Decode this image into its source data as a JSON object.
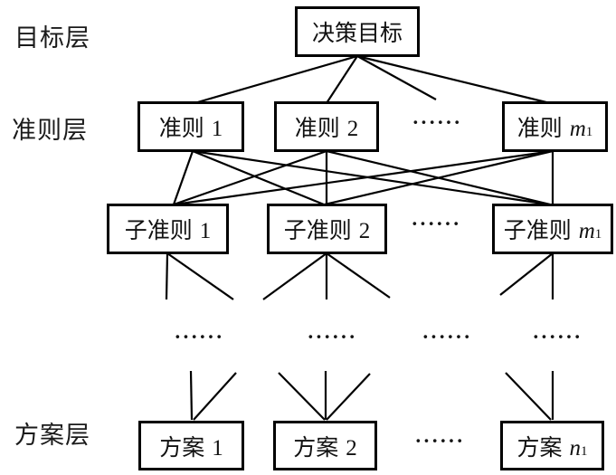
{
  "diagram": {
    "background": "#ffffff",
    "line_color": "#000000",
    "box_border_color": "#000000",
    "ellipsis": "······",
    "layers": {
      "goal_label": "目标层",
      "criteria_label": "准则层",
      "alternatives_label": "方案层"
    },
    "nodes": {
      "goal": {
        "text": "决策目标"
      },
      "criteria": [
        {
          "text": "准则",
          "num": "1",
          "var": "",
          "sub": ""
        },
        {
          "text": "准则",
          "num": "2",
          "var": "",
          "sub": ""
        },
        {
          "text": "准则",
          "num": "",
          "var": "m",
          "sub": "1"
        }
      ],
      "subcriteria": [
        {
          "text": "子准则",
          "num": "1",
          "var": "",
          "sub": ""
        },
        {
          "text": "子准则",
          "num": "2",
          "var": "",
          "sub": ""
        },
        {
          "text": "子准则",
          "num": "",
          "var": "m",
          "sub": "1"
        }
      ],
      "alternatives": [
        {
          "text": "方案",
          "num": "1",
          "var": "",
          "sub": ""
        },
        {
          "text": "方案",
          "num": "2",
          "var": "",
          "sub": ""
        },
        {
          "text": "方案",
          "num": "",
          "var": "n",
          "sub": "1"
        }
      ]
    },
    "edges": [
      [
        395,
        62,
        215,
        114
      ],
      [
        395,
        62,
        361,
        114
      ],
      [
        395,
        62,
        482,
        110
      ],
      [
        395,
        62,
        608,
        114
      ],
      [
        213,
        167,
        192,
        226
      ],
      [
        213,
        167,
        358,
        226
      ],
      [
        213,
        167,
        607,
        226
      ],
      [
        361,
        167,
        192,
        226
      ],
      [
        361,
        167,
        361,
        226
      ],
      [
        361,
        167,
        608,
        226
      ],
      [
        611,
        167,
        193,
        226
      ],
      [
        611,
        167,
        359,
        226
      ],
      [
        611,
        167,
        611,
        226
      ],
      [
        185,
        280,
        184,
        331
      ],
      [
        185,
        280,
        258,
        331
      ],
      [
        361,
        280,
        291,
        331
      ],
      [
        361,
        280,
        361,
        331
      ],
      [
        361,
        280,
        431,
        329
      ],
      [
        611,
        280,
        553,
        326
      ],
      [
        611,
        280,
        611,
        331
      ],
      [
        211,
        410,
        212,
        464
      ],
      [
        261,
        412,
        214,
        464
      ],
      [
        308,
        412,
        359,
        464
      ],
      [
        360,
        410,
        360,
        464
      ],
      [
        409,
        413,
        361,
        464
      ],
      [
        559,
        412,
        609,
        464
      ],
      [
        611,
        410,
        611,
        464
      ]
    ]
  }
}
